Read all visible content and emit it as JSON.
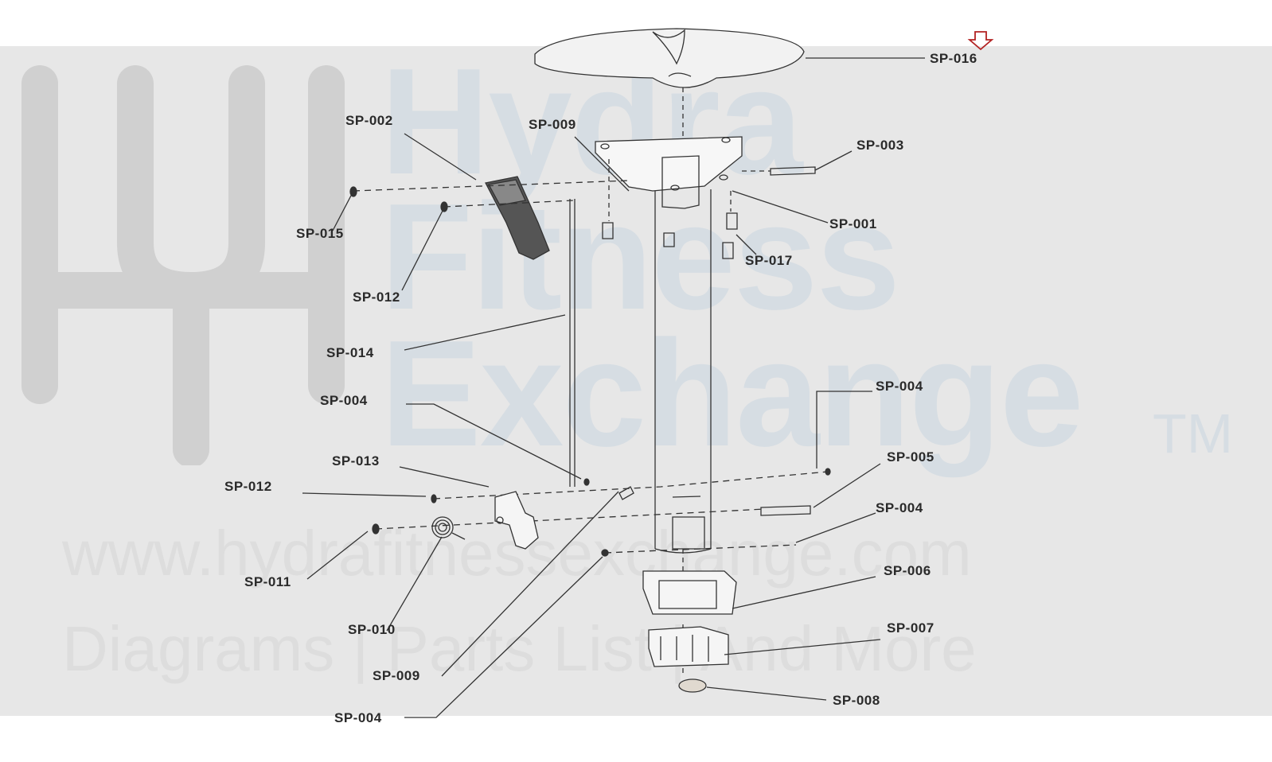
{
  "watermark": {
    "line1": "Hydra",
    "line2": "Fitness",
    "line3": "Exchange",
    "tm": "TM",
    "url": "www.hydrafitnessexchange.com",
    "tagline": "Diagrams | Parts List | And More"
  },
  "colors": {
    "band": "#e7e7e7",
    "watermark_blue": "#d6dde3",
    "line": "#333333",
    "marker": "#b22222"
  },
  "marker_icon": "down-arrow-outline-icon",
  "labels": {
    "sp016": "SP-016",
    "sp002": "SP-002",
    "sp009_top": "SP-009",
    "sp003": "SP-003",
    "sp015": "SP-015",
    "sp001": "SP-001",
    "sp017": "SP-017",
    "sp012_top": "SP-012",
    "sp014": "SP-014",
    "sp004_right_top": "SP-004",
    "sp004_left": "SP-004",
    "sp013": "SP-013",
    "sp005": "SP-005",
    "sp012_bottom": "SP-012",
    "sp004_right_mid": "SP-004",
    "sp006": "SP-006",
    "sp011": "SP-011",
    "sp010": "SP-010",
    "sp007": "SP-007",
    "sp009_bottom": "SP-009",
    "sp008": "SP-008",
    "sp004_bottom": "SP-004"
  }
}
